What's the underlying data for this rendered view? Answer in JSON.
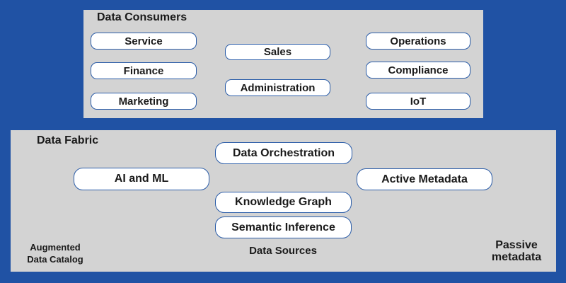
{
  "colors": {
    "background": "#2052a4",
    "panel": "#d3d3d3",
    "pill_fill": "#ffffff",
    "pill_border": "#2a5ca8",
    "text": "#1a1a1a"
  },
  "consumers": {
    "title": "Data Consumers",
    "pills": {
      "service": "Service",
      "finance": "Finance",
      "marketing": "Marketing",
      "sales": "Sales",
      "administration": "Administration",
      "operations": "Operations",
      "compliance": "Compliance",
      "iot": "IoT"
    }
  },
  "fabric": {
    "title": "Data Fabric",
    "pills": {
      "data_orchestration": "Data Orchestration",
      "ai_and_ml": "AI and ML",
      "active_metadata": "Active Metadata",
      "knowledge_graph": "Knowledge Graph",
      "semantic_inference": "Semantic Inference"
    },
    "labels": {
      "augmented_line1": "Augmented",
      "augmented_line2": "Data Catalog",
      "data_sources": "Data Sources",
      "passive_line1": "Passive",
      "passive_line2": "metadata"
    }
  }
}
